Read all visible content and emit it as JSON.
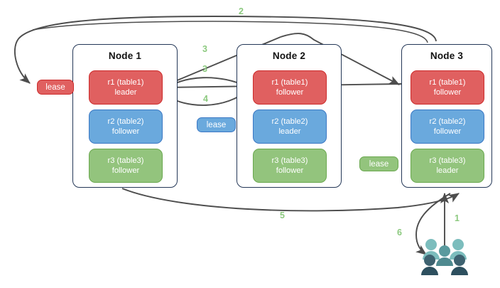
{
  "diagram": {
    "title": "Distributed lease / raft replica diagram",
    "colors": {
      "red": "#e06060",
      "red_border": "#cc2b2b",
      "blue": "#6aa9dd",
      "blue_border": "#3b78c4",
      "green": "#93c47d",
      "green_border": "#6aa84f",
      "node_border": "#243757",
      "arrow": "#4d4d4d",
      "step_label": "#8cc97f",
      "people_light": "#7cbdbd",
      "people_mid": "#5a9a9e",
      "people_dark": "#3e6270",
      "people_darker": "#2d4f5e"
    }
  },
  "nodes": [
    {
      "title": "Node 1",
      "replicas": [
        {
          "name": "r1 (table1)",
          "role": "leader",
          "color": "red"
        },
        {
          "name": "r2 (table2)",
          "role": "follower",
          "color": "blue"
        },
        {
          "name": "r3 (table3)",
          "role": "follower",
          "color": "green"
        }
      ]
    },
    {
      "title": "Node 2",
      "replicas": [
        {
          "name": "r1 (table1)",
          "role": "follower",
          "color": "red"
        },
        {
          "name": "r2 (table2)",
          "role": "leader",
          "color": "blue"
        },
        {
          "name": "r3 (table3)",
          "role": "follower",
          "color": "green"
        }
      ]
    },
    {
      "title": "Node 3",
      "replicas": [
        {
          "name": "r1 (table1)",
          "role": "follower",
          "color": "red"
        },
        {
          "name": "r2 (table2)",
          "role": "follower",
          "color": "blue"
        },
        {
          "name": "r3 (table3)",
          "role": "leader",
          "color": "green"
        }
      ]
    }
  ],
  "leases": [
    {
      "label": "lease",
      "color": "red"
    },
    {
      "label": "lease",
      "color": "blue"
    },
    {
      "label": "lease",
      "color": "green"
    }
  ],
  "steps": [
    {
      "label": "1"
    },
    {
      "label": "2"
    },
    {
      "label": "3"
    },
    {
      "label": "3"
    },
    {
      "label": "4"
    },
    {
      "label": "5"
    },
    {
      "label": "6"
    }
  ],
  "actor": {
    "name": "users-group"
  }
}
